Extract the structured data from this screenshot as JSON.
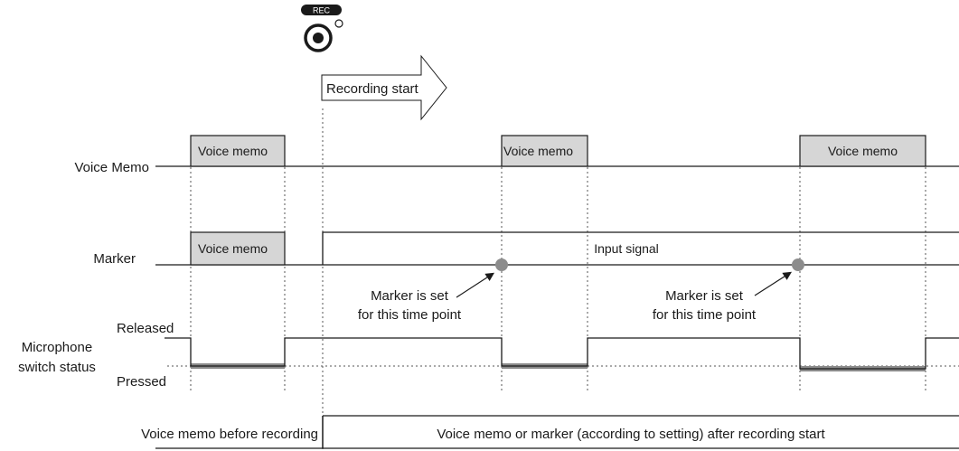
{
  "rec_button": {
    "badge": "REC",
    "icon": "record-button-icon"
  },
  "recording_start": {
    "label": "Recording start"
  },
  "rows": {
    "voice_memo": {
      "label": "Voice Memo"
    },
    "marker": {
      "label": "Marker"
    },
    "mic_switch": {
      "label_line1": "Microphone",
      "label_line2": "switch status",
      "released": "Released",
      "pressed": "Pressed"
    }
  },
  "boxes": {
    "voice_memo_1": "Voice memo",
    "voice_memo_2": "Voice memo",
    "voice_memo_3": "Voice memo",
    "marker_before": "Voice memo",
    "input_signal": "Input signal"
  },
  "annotations": {
    "marker_set_1_line1": "Marker is set",
    "marker_set_1_line2": "for this time point",
    "marker_set_2_line1": "Marker is set",
    "marker_set_2_line2": "for this time point"
  },
  "footer": {
    "before": "Voice memo before recording",
    "after": "Voice memo or marker (according to setting) after recording start"
  },
  "colors": {
    "box_fill": "#d6d6d6",
    "pressed_bar": "#8a8a8a",
    "marker_dot": "#8c8c8c",
    "line": "#1a1a1a"
  }
}
